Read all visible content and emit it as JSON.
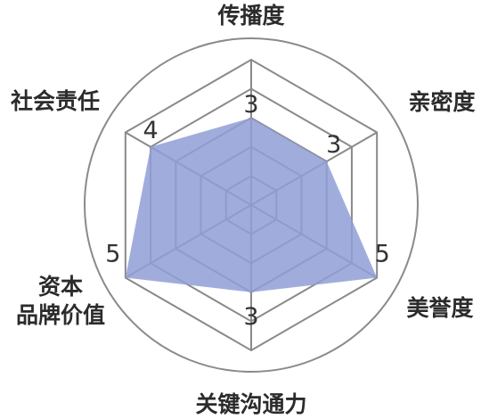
{
  "chart_data": {
    "type": "radar",
    "scale_max": 5,
    "levels": 5,
    "outer_circle": true,
    "grid_shape": "hexagon",
    "fill_color": "#8f9fd6",
    "grid_color": "#8a8a8a",
    "axes": [
      {
        "label": [
          "传播度"
        ],
        "value": 3
      },
      {
        "label": [
          "亲密度"
        ],
        "value": 3
      },
      {
        "label": [
          "美誉度"
        ],
        "value": 5
      },
      {
        "label": [
          "关键沟通力"
        ],
        "value": 3
      },
      {
        "label": [
          "资本",
          "品牌价值"
        ],
        "value": 5
      },
      {
        "label": [
          "社会责任"
        ],
        "value": 4
      }
    ]
  }
}
